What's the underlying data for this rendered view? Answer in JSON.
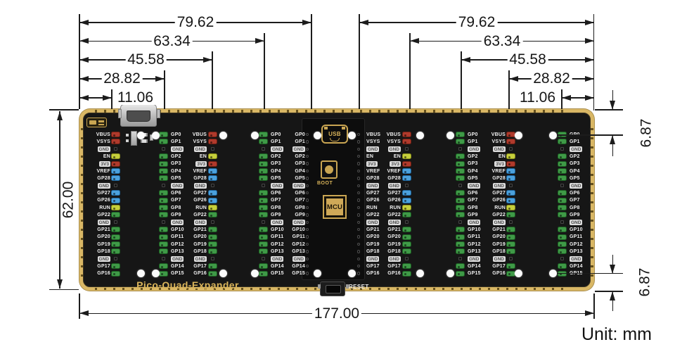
{
  "unit_label": "Unit: mm",
  "dimensions": {
    "top_left": [
      "79.62",
      "63.34",
      "45.58",
      "28.82",
      "11.06"
    ],
    "top_right": [
      "79.62",
      "63.34",
      "45.58",
      "28.82",
      "11.06"
    ],
    "left_height": "62.00",
    "bottom_width": "177.00",
    "right_top_offset": "6.87",
    "right_bottom_offset": "6.87"
  },
  "board": {
    "title": "Pico-Quad-Expander",
    "silkscreen": {
      "usb": "USB",
      "boot": "BOOT",
      "mcu": "MCU",
      "reset": "RESET"
    },
    "gpio_labels": [
      "GP0",
      "GP1",
      "GND",
      "GP2",
      "GP3",
      "GP4",
      "GP5",
      "GND",
      "GP6",
      "GP7",
      "GP8",
      "GP9",
      "GND",
      "GP10",
      "GP11",
      "GP12",
      "GP13",
      "GND",
      "GP14",
      "GP15"
    ],
    "power_labels": [
      "VBUS",
      "VSYS",
      "GND",
      "EN",
      "3V3",
      "VREF",
      "GP28",
      "GND",
      "GP27",
      "GP26",
      "RUN",
      "GP22",
      "GND",
      "GP21",
      "GP20",
      "GP19",
      "GP18",
      "GND",
      "GP17",
      "GP16"
    ],
    "gpio_pin_colors": [
      "green",
      "green",
      "gnd",
      "green",
      "green",
      "green",
      "green",
      "gnd",
      "green",
      "green",
      "green",
      "green",
      "gnd",
      "green",
      "green",
      "green",
      "green",
      "gnd",
      "green",
      "green"
    ],
    "power_pin_colors": [
      "red",
      "red",
      "gnd",
      "yellow",
      "red",
      "blue",
      "blue",
      "gnd",
      "blue",
      "blue",
      "yellow",
      "green",
      "gnd",
      "green",
      "green",
      "green",
      "green",
      "gnd",
      "green",
      "green"
    ],
    "boxed_labels": [
      "GND",
      "3V3"
    ],
    "palette": {
      "pcb": "#161616",
      "gold": "#d9b765",
      "gold_text": "#d9b45a",
      "pin_green": "#3f9a47",
      "pin_red": "#b03a2c",
      "pin_yellow": "#c6cf3c",
      "pin_blue": "#4ba1dd",
      "pin_gnd": "#141414"
    }
  }
}
